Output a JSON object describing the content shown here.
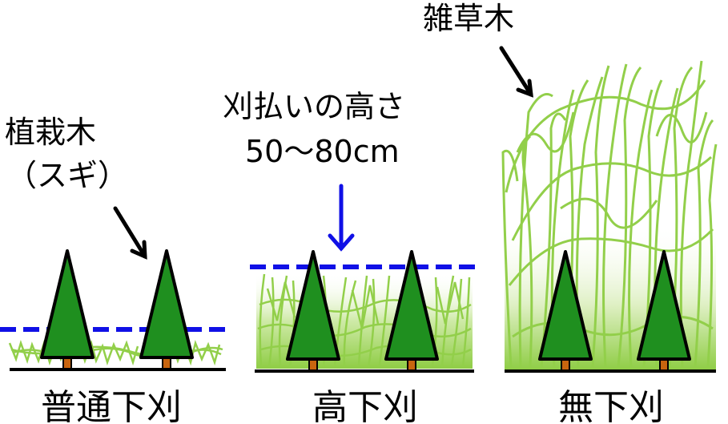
{
  "labels": {
    "planted_tree_line1": "植栽木",
    "planted_tree_line2": "（スギ）",
    "cut_height_line1": "刈払いの高さ",
    "cut_height_line2": "50～80cm",
    "weeds": "雑草木"
  },
  "captions": {
    "normal": "普通下刈",
    "high": "高下刈",
    "none": "無下刈"
  },
  "colors": {
    "tree_fill": "#1f8f1f",
    "trunk": "#c8650f",
    "grass": "#92cf4a",
    "cut_line": "#1010e6"
  }
}
